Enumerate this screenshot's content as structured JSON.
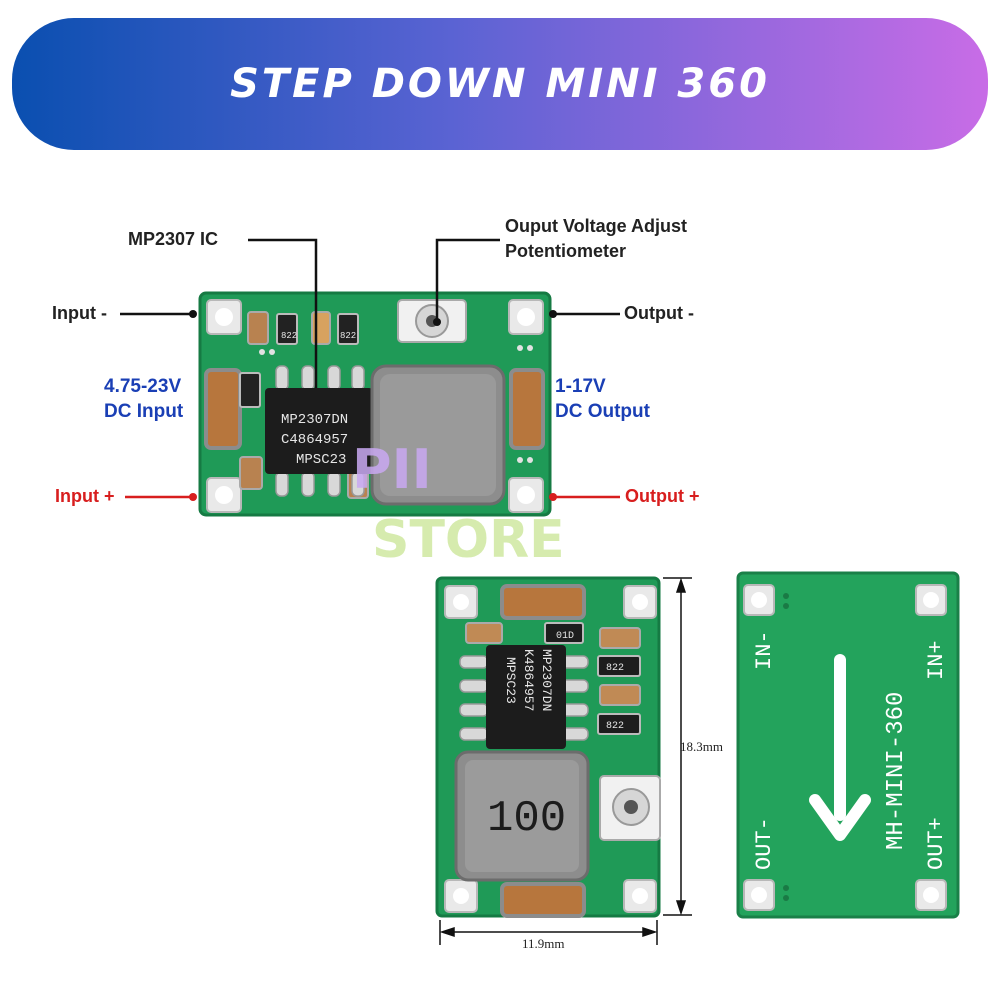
{
  "banner": {
    "title": "STEP DOWN MINI 360"
  },
  "labels": {
    "ic": "MP2307 IC",
    "pot_line1": "Ouput Voltage Adjust",
    "pot_line2": "Potentiometer",
    "input_minus": "Input -",
    "output_minus": "Output -",
    "input_range": "4.75-23V",
    "input_desc": "DC Input",
    "output_range": "1-17V",
    "output_desc": "DC Output",
    "input_plus": "Input +",
    "output_plus": "Output +"
  },
  "chip": {
    "line1": "MP2307DN",
    "line2": "C4864957",
    "line3": "MPSC23"
  },
  "chip_front": {
    "line1": "MP2307DN",
    "line2": "K4864957",
    "line3": "MPSC23"
  },
  "resistors": {
    "r1": "822",
    "r2": "822",
    "d1": "01D"
  },
  "inductor": {
    "value": "100"
  },
  "back": {
    "in_minus": "IN-",
    "in_plus": "IN+",
    "out_minus": "OUT-",
    "out_plus": "OUT+",
    "model": "MH-MINI-360"
  },
  "dimensions": {
    "height": "18.3mm",
    "width": "11.9mm"
  },
  "watermark": {
    "line1": "PII",
    "line2": "STORE"
  },
  "colors": {
    "pcb": "#1f9a57",
    "input_blue": "#1a3fb5",
    "plus_red": "#d81e1e"
  }
}
